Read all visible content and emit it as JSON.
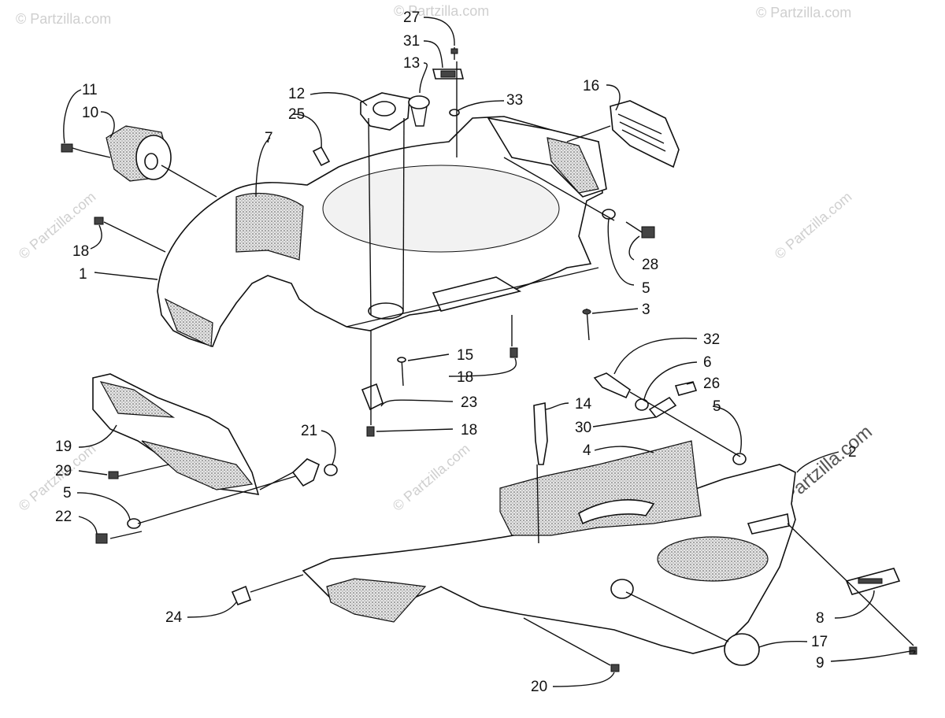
{
  "watermarks": {
    "text": "© Partzilla.com",
    "main": "© Partzilla.com"
  },
  "callouts": [
    {
      "label": "27"
    },
    {
      "label": "31"
    },
    {
      "label": "13"
    },
    {
      "label": "12"
    },
    {
      "label": "33"
    },
    {
      "label": "16"
    },
    {
      "label": "11"
    },
    {
      "label": "10"
    },
    {
      "label": "25"
    },
    {
      "label": "7"
    },
    {
      "label": "18"
    },
    {
      "label": "1"
    },
    {
      "label": "28"
    },
    {
      "label": "5"
    },
    {
      "label": "3"
    },
    {
      "label": "32"
    },
    {
      "label": "15"
    },
    {
      "label": "18"
    },
    {
      "label": "6"
    },
    {
      "label": "26"
    },
    {
      "label": "23"
    },
    {
      "label": "18"
    },
    {
      "label": "14"
    },
    {
      "label": "5"
    },
    {
      "label": "30"
    },
    {
      "label": "21"
    },
    {
      "label": "19"
    },
    {
      "label": "4"
    },
    {
      "label": "2"
    },
    {
      "label": "29"
    },
    {
      "label": "5"
    },
    {
      "label": "22"
    },
    {
      "label": "24"
    },
    {
      "label": "8"
    },
    {
      "label": "17"
    },
    {
      "label": "9"
    },
    {
      "label": "20"
    }
  ]
}
